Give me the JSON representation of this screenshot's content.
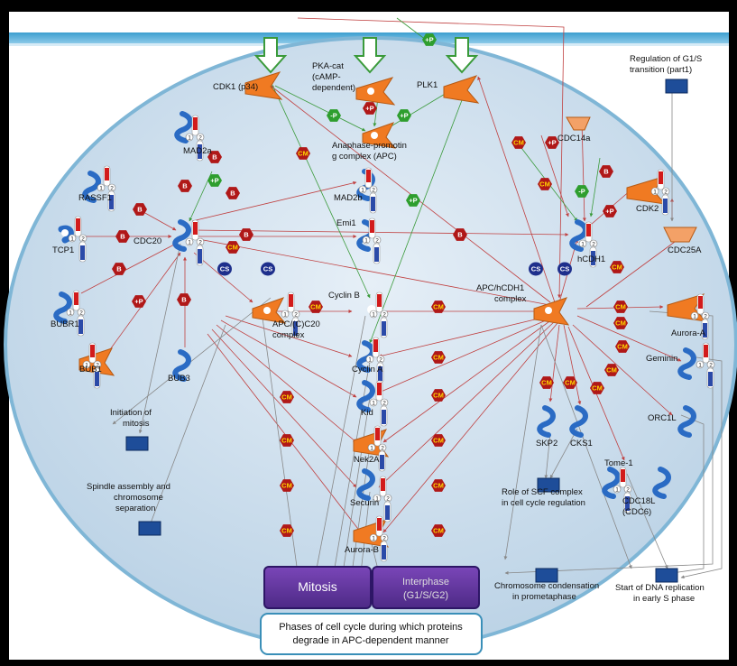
{
  "nodes": {
    "cdk1": "CDK1 (p34)",
    "pka": [
      "PKA-cat",
      "(cAMP-",
      "dependent)"
    ],
    "plk1": "PLK1",
    "apc": [
      "Anaphase-promotin",
      "g complex (APC)"
    ],
    "cdc14a": "CDC14a",
    "mad2a": "MAD2a",
    "rassf1": "RASSF1",
    "mad2b": "MAD2b",
    "cdk2": "CDK2",
    "emi1": "Emi1",
    "tcp1": "TCP1",
    "cdc20": "CDC20",
    "hcdh1": "hCDH1",
    "cdc25a": "CDC25A",
    "bubr1": "BUBR1",
    "apc_cdc20": [
      "APC/(C)C20",
      "complex"
    ],
    "cyclin_b": "Cyclin B",
    "apc_hcdh1": [
      "APC/hCDH1",
      "complex"
    ],
    "aurora_a": "Aurora-A",
    "bub1": "BUB1",
    "bub3": "BUB3",
    "cyclin_a": "Cyclin A",
    "geminin": "Geminin",
    "kid": "Kid",
    "orc1l": "ORC1L",
    "skp2": "SKP2",
    "cks1": "CKS1",
    "nek2a": "Nek2A",
    "tome1": "Tome-1",
    "cdc18l": [
      "CDC18L",
      "(CDC6)"
    ],
    "securin": "Securin",
    "aurora_b": "Aurora-B"
  },
  "processes": {
    "g1s": [
      "Regulation of G1/S",
      "transition (part1)"
    ],
    "init_mitosis": [
      "Initiation of",
      "mitosis"
    ],
    "spindle": [
      "Spindle assembly and",
      "chromosome",
      "separation"
    ],
    "scf": [
      "Role of SCF complex",
      "in cell cycle regulation"
    ],
    "chrom_cond": [
      "Chromosome condensation",
      "in prometaphase"
    ],
    "dna_rep": [
      "Start of DNA replication",
      "in early S phase"
    ]
  },
  "phases": {
    "mitosis": "Mitosis",
    "interphase": [
      "Interphase",
      "(G1/S/G2)"
    ]
  },
  "note": [
    "Phases of cell cycle during which proteins",
    "degrade in APC-dependent manner"
  ],
  "badges": {
    "B": "B",
    "P": "+P",
    "M": "-P",
    "CM": "CM",
    "CS": "CS"
  },
  "digits": {
    "one": "1",
    "two": "2"
  },
  "colors": {
    "enzyme": "#f07a22",
    "protein": "#2a6bc4",
    "inhibit": "#b01818",
    "activate": "#2e9e2e",
    "binding": "#1e2f8c",
    "phase": "#6a35a8",
    "cell": "#c9dcec"
  }
}
